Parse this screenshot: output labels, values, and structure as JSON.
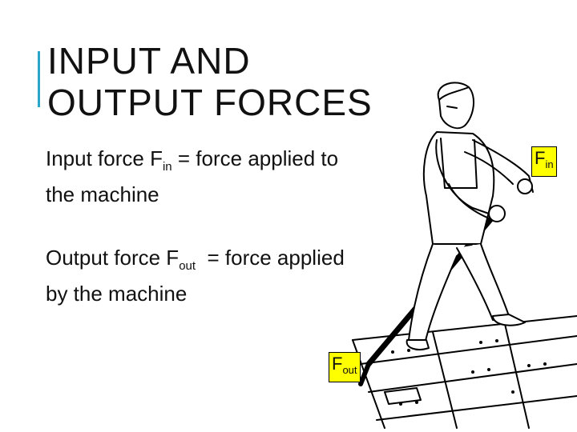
{
  "slide": {
    "title_line1": "INPUT AND",
    "title_line2": "OUTPUT FORCES",
    "input": {
      "prefix": "Input force F",
      "subscript": "in",
      "suffix_line1": " = force applied to",
      "line2": "the machine"
    },
    "output": {
      "prefix": "Output force F",
      "subscript": "out",
      "suffix_line1": "  = force applied",
      "line2": "by the machine"
    },
    "labels": {
      "fin_main": "F",
      "fin_sub": "in",
      "fout_main": "F",
      "fout_sub": "out"
    },
    "colors": {
      "accent": "#2aa6c9",
      "label_bg": "#ffff00"
    },
    "illustration_icon": "man-using-lever-crowbar-illustration"
  }
}
